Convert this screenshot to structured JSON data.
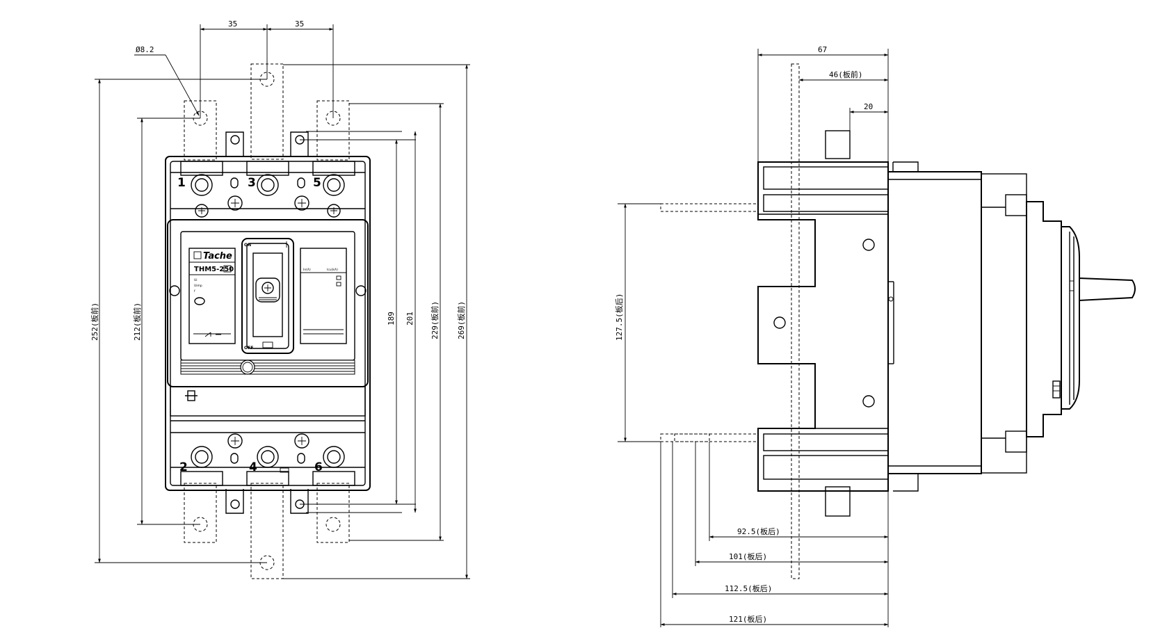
{
  "front_view": {
    "dimensions": {
      "pitch_left": "35",
      "pitch_right": "35",
      "hole_diameter": "Ø8.2",
      "height_252": "252(板前)",
      "height_212": "212(板前)",
      "height_189": "189",
      "height_201": "201",
      "height_229": "229(板前)",
      "height_269": "269(板前)"
    },
    "terminals_top": [
      "1",
      "3",
      "5"
    ],
    "terminals_bottom": [
      "2",
      "4",
      "6"
    ],
    "nameplate": {
      "brand": "Tache",
      "model": "THM5-250",
      "on_label": "ON",
      "off_label": "OFF",
      "ui": "Ui",
      "uimp": "Uimp",
      "f": "f",
      "in_label": "In(A)",
      "icu": "Icu(kA)"
    }
  },
  "side_view": {
    "dimensions": {
      "depth_67": "67",
      "depth_46": "46(板前)",
      "depth_20": "20",
      "height_127_5": "127.5(板后)",
      "depth_92_5": "92.5(板后)",
      "depth_101": "101(板后)",
      "depth_112_5": "112.5(板后)",
      "depth_121": "121(板后)"
    }
  }
}
